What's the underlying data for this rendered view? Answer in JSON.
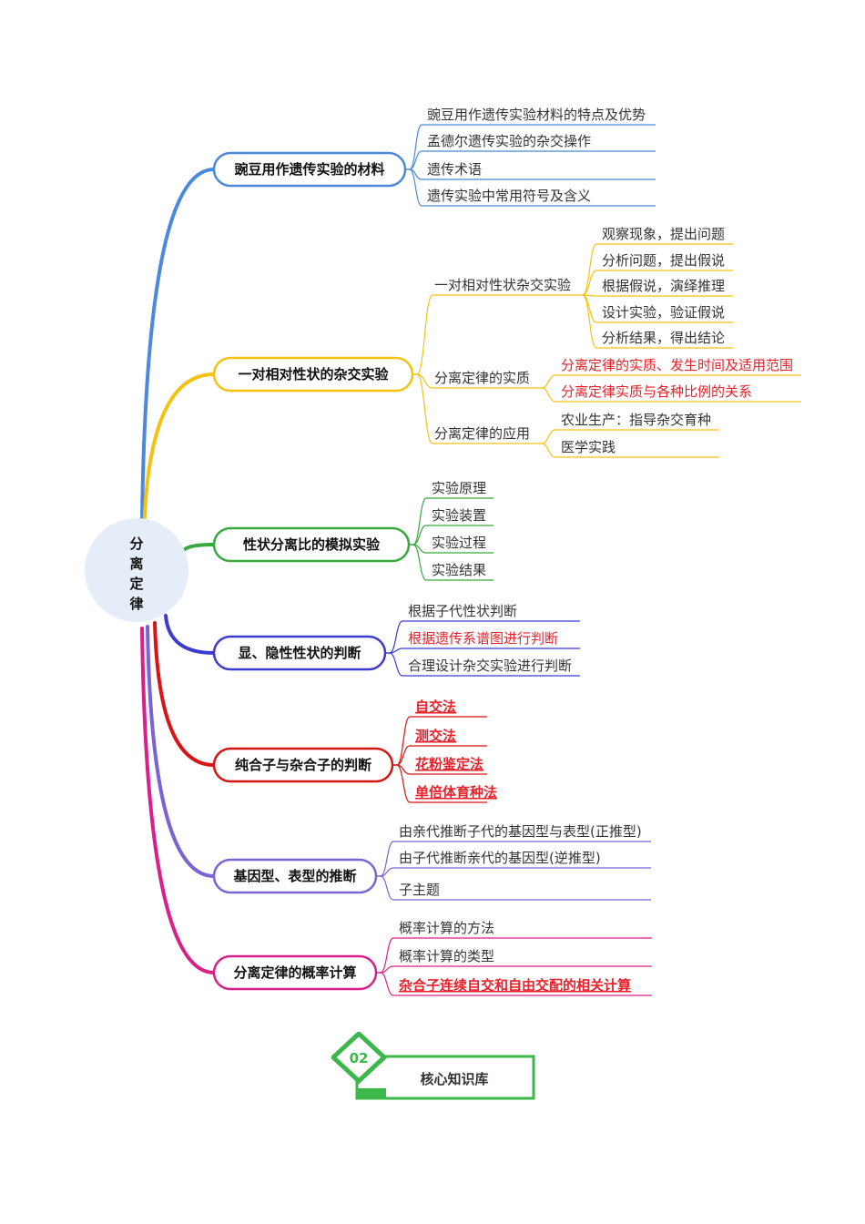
{
  "root": {
    "chars": [
      "分",
      "离",
      "定",
      "律"
    ]
  },
  "branches": [
    {
      "label": "豌豆用作遗传实验的材料",
      "color": "#4a89dc",
      "items": [
        {
          "text": "豌豆用作遗传实验材料的特点及优势"
        },
        {
          "text": "孟德尔遗传实验的杂交操作"
        },
        {
          "text": "遗传术语"
        },
        {
          "text": "遗传实验中常用符号及含义"
        }
      ]
    },
    {
      "label": "一对相对性状的杂交实验",
      "color": "#f5c211",
      "groups": [
        {
          "text": "一对相对性状杂交实验",
          "items": [
            {
              "text": "观察现象，提出问题"
            },
            {
              "text": "分析问题，提出假说"
            },
            {
              "text": "根据假说，演绎推理"
            },
            {
              "text": "设计实验，验证假说"
            },
            {
              "text": "分析结果，得出结论"
            }
          ]
        },
        {
          "text": "分离定律的实质",
          "items": [
            {
              "text": "分离定律的实质、发生时间及适用范围",
              "red": true
            },
            {
              "text": "分离定律实质与各种比例的关系",
              "red": true
            }
          ]
        },
        {
          "text": "分离定律的应用",
          "items": [
            {
              "text": "农业生产：指导杂交育种"
            },
            {
              "text": "医学实践"
            }
          ]
        }
      ]
    },
    {
      "label": "性状分离比的模拟实验",
      "color": "#37a93f",
      "items": [
        {
          "text": "实验原理"
        },
        {
          "text": "实验装置"
        },
        {
          "text": "实验过程"
        },
        {
          "text": "实验结果"
        }
      ]
    },
    {
      "label": "显、隐性性状的判断",
      "color": "#3b3bd1",
      "items": [
        {
          "text": "根据子代性状判断"
        },
        {
          "text": "根据遗传系谱图进行判断",
          "red": true
        },
        {
          "text": "合理设计杂交实验进行判断"
        }
      ]
    },
    {
      "label": "纯合子与杂合子的判断",
      "color": "#d81414",
      "items": [
        {
          "text": "自交法",
          "red": true,
          "bold": true
        },
        {
          "text": "测交法",
          "red": true,
          "bold": true
        },
        {
          "text": "花粉鉴定法",
          "red": true,
          "bold": true
        },
        {
          "text": "单倍体育种法",
          "red": true,
          "bold": true
        }
      ]
    },
    {
      "label": "基因型、表型的推断",
      "color": "#7a64d4",
      "items": [
        {
          "text": "由亲代推断子代的基因型与表型(正推型)"
        },
        {
          "text": "由子代推断亲代的基因型(逆推型)"
        },
        {
          "text": "子主题"
        }
      ]
    },
    {
      "label": "分离定律的概率计算",
      "color": "#d9208a",
      "items": [
        {
          "text": "概率计算的方法"
        },
        {
          "text": "概率计算的类型"
        },
        {
          "text": "杂合子连续自交和自由交配的相关计算",
          "red": true,
          "bold": true
        }
      ]
    }
  ],
  "banner": {
    "number": "02",
    "title": "核心知识库",
    "color": "#3cb84a"
  }
}
